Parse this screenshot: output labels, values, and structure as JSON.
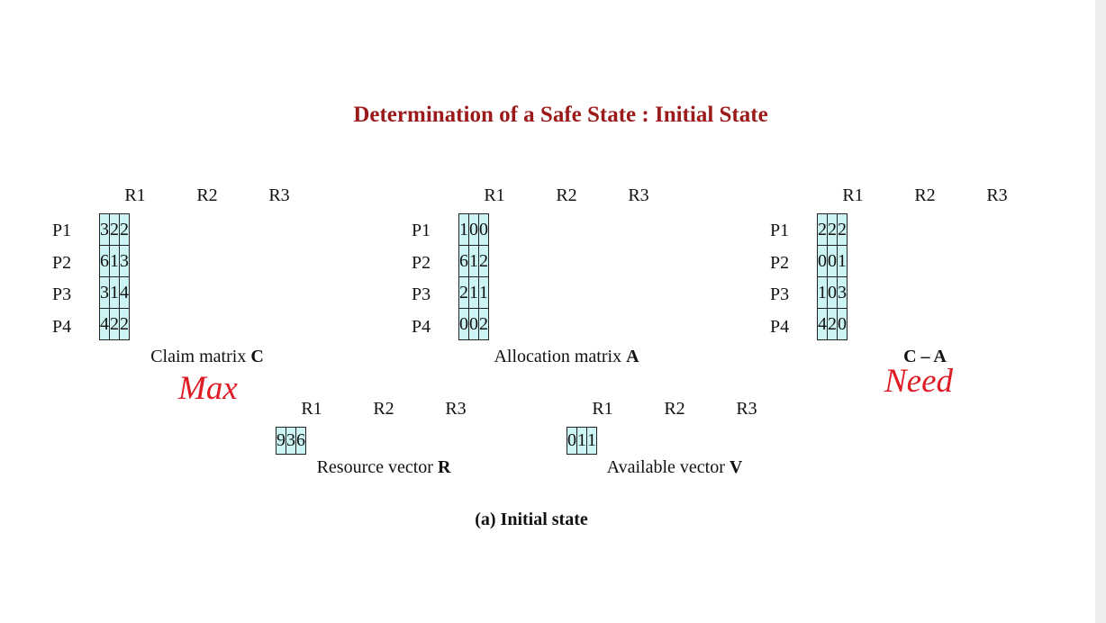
{
  "title": "Determination of a Safe State : Initial State",
  "col_labels": [
    "R1",
    "R2",
    "R3"
  ],
  "row_labels": [
    "P1",
    "P2",
    "P3",
    "P4"
  ],
  "claim": {
    "caption_text": "Claim matrix ",
    "caption_bold": "C",
    "annotation": "Max",
    "rows": [
      [
        "3",
        "2",
        "2"
      ],
      [
        "6",
        "1",
        "3"
      ],
      [
        "3",
        "1",
        "4"
      ],
      [
        "4",
        "2",
        "2"
      ]
    ]
  },
  "allocation": {
    "caption_text": "Allocation matrix ",
    "caption_bold": "A",
    "rows": [
      [
        "1",
        "0",
        "0"
      ],
      [
        "6",
        "1",
        "2"
      ],
      [
        "2",
        "1",
        "1"
      ],
      [
        "0",
        "0",
        "2"
      ]
    ]
  },
  "need": {
    "caption_text": "",
    "caption_bold": "C – A",
    "annotation": "Need",
    "rows": [
      [
        "2",
        "2",
        "2"
      ],
      [
        "0",
        "0",
        "1"
      ],
      [
        "1",
        "0",
        "3"
      ],
      [
        "4",
        "2",
        "0"
      ]
    ]
  },
  "resource": {
    "caption_text": "Resource vector ",
    "caption_bold": "R",
    "values": [
      "9",
      "3",
      "6"
    ]
  },
  "available": {
    "caption_text": "Available vector ",
    "caption_bold": "V",
    "values": [
      "0",
      "1",
      "1"
    ]
  },
  "footer": "(a) Initial state"
}
